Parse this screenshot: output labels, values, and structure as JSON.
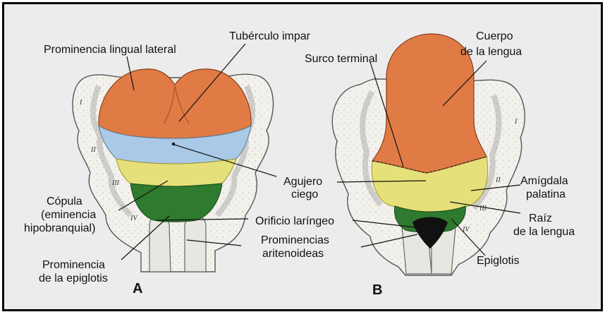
{
  "panels": {
    "a": "A",
    "b": "B"
  },
  "labels": {
    "prominencia_lingual_lateral": "Prominencia lingual lateral",
    "tuberculo_impar": "Tubérculo impar",
    "surco_terminal": "Surco terminal",
    "cuerpo_1": "Cuerpo",
    "cuerpo_2": "de la lengua",
    "agujero_1": "Agujero",
    "agujero_2": "ciego",
    "copula_1": "Cópula",
    "copula_2": "(eminencia",
    "copula_3": "hipobranquial)",
    "orificio": "Orificio laríngeo",
    "prom_arit_1": "Prominencias",
    "prom_arit_2": "aritenoideas",
    "prom_epi_1": "Prominencia",
    "prom_epi_2": "de la epiglotis",
    "amigdala_1": "Amígdala",
    "amigdala_2": "palatina",
    "raiz_1": "Raíz",
    "raiz_2": "de la lengua",
    "epiglotis": "Epiglotis"
  },
  "arch_numerals": {
    "a": [
      "I",
      "II",
      "III",
      "IV"
    ],
    "b": [
      "I",
      "II",
      "III",
      "IV"
    ]
  },
  "colors": {
    "orange": "#e07b45",
    "blue": "#a9c9e6",
    "yellow": "#e6e07a",
    "green": "#2e7a2e",
    "tissue": "#f3f1ec",
    "background": "#ececec"
  }
}
